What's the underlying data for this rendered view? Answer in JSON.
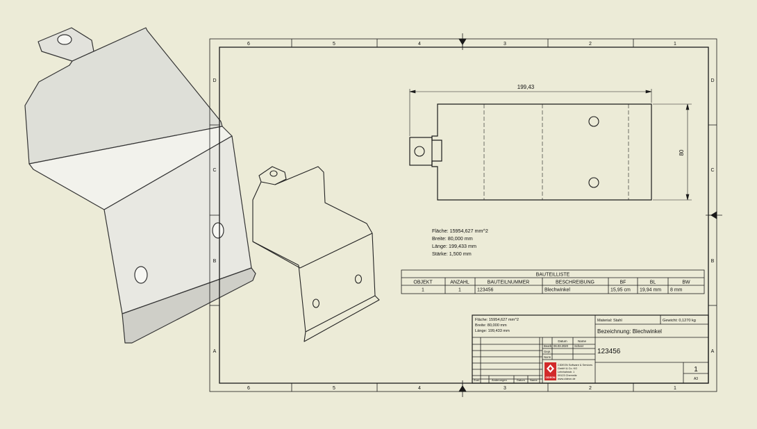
{
  "colors": {
    "background": "#ecebd7",
    "line": "#1a1a1a",
    "part_face": "#e6e6e0",
    "part_shadow": "#c9c9c2",
    "logo_red": "#d22a2a"
  },
  "border": {
    "top_numbers": [
      "6",
      "5",
      "4",
      "3",
      "2",
      "1"
    ],
    "bottom_numbers": [
      "6",
      "5",
      "4",
      "3",
      "2",
      "1"
    ],
    "left_letters": [
      "D",
      "C",
      "B",
      "A"
    ],
    "right_letters": [
      "D",
      "C",
      "B",
      "A"
    ]
  },
  "flat_view": {
    "width_dimension": "199,43",
    "height_dimension": "80"
  },
  "properties": [
    "Fläche: 15954,627 mm^2",
    "Breite: 80,000 mm",
    "Länge: 199,433 mm",
    "Stärke: 1,500 mm"
  ],
  "bom": {
    "title": "BAUTEILLISTE",
    "headers": [
      "OBJEKT",
      "ANZAHL",
      "BAUTEILNUMMER",
      "BESCHREIBUNG",
      "BF",
      "BL",
      "BW"
    ],
    "rows": [
      [
        "1",
        "1",
        "123456",
        "Blechwinkel",
        "15,95 cm",
        "19,94 mm",
        "8 mm"
      ]
    ]
  },
  "title_block": {
    "properties": [
      "Fläche: 15954,627 mm^2",
      "Breite: 80,000 mm",
      "Länge: 199,433 mm"
    ],
    "material": "Material: Stahl",
    "weight": "Gewicht: 0,1270 kg",
    "description": "Bezeichnung: Blechwinkel",
    "part_number": "123456",
    "sheet_number": "1",
    "sheet_size": "A3",
    "date_header": "Datum",
    "name_header": "Name",
    "row_labels": [
      "Bearb.",
      "Gepr.",
      "Norm"
    ],
    "bearb_date": "06.03.2020",
    "bearb_name": "Scheer",
    "revision_headers": [
      "Zust.",
      "Änderungen",
      "Datum",
      "Name"
    ],
    "company_lines": [
      "CIDEON Software & Services",
      "GmbH & Co. KG",
      "Lehrbahnstr. 1",
      "09123 Chemnitz",
      "www.cideon.de"
    ],
    "logo_text": "CIDEON"
  }
}
